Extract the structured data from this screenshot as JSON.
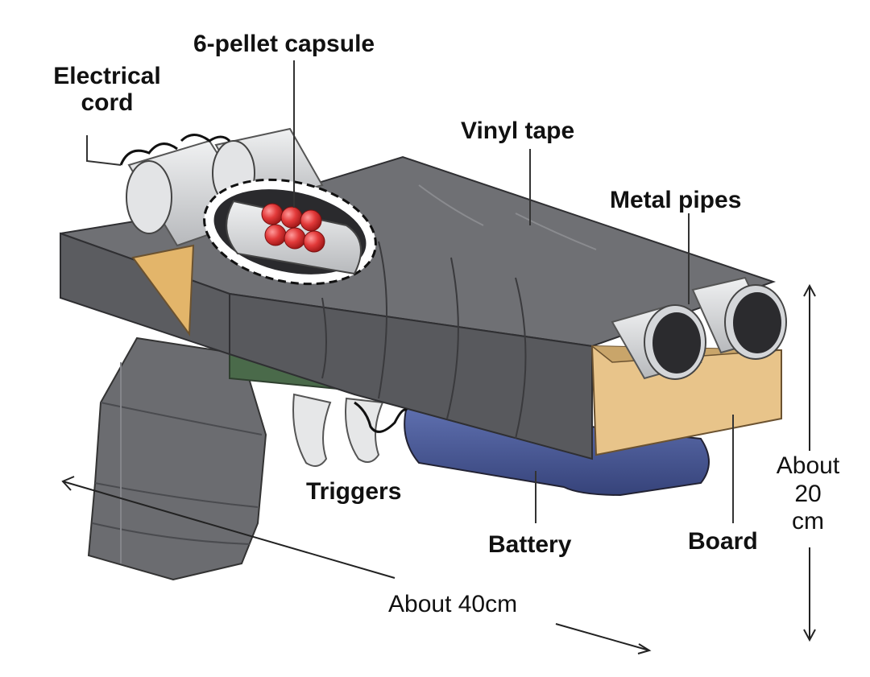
{
  "labels": {
    "electrical_cord": "Electrical\ncord",
    "pellet_capsule": "6-pellet capsule",
    "vinyl_tape": "Vinyl tape",
    "metal_pipes": "Metal pipes",
    "triggers": "Triggers",
    "battery": "Battery",
    "board": "Board",
    "height": "About\n20\ncm",
    "length": "About 40cm"
  },
  "colors": {
    "tape": "#6b6c70",
    "tape_dark": "#505155",
    "tape_light": "#8a8b8f",
    "board": "#e8c48a",
    "pipe": "#d4d6d9",
    "pipe_hole": "#2b2b2e",
    "battery": "#4a5a99",
    "pellet": "#e23a3a",
    "trigger": "#e6e7e8",
    "green": "#4a6a4a"
  },
  "pellet_count": 6
}
